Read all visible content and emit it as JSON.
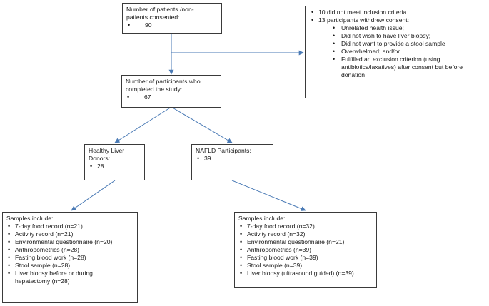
{
  "consented": {
    "heading": "Number of patients /non-\npatients consented:",
    "value": "90"
  },
  "exclusions": {
    "items": [
      "10 did not meet inclusion criteria",
      "13 participants withdrew consent:"
    ],
    "reasons": [
      "Unrelated health issue;",
      "Did not wish to have liver biopsy;",
      "Did not want to provide a stool sample",
      "Overwhelmed; and/or",
      "Fulfilled an exclusion criterion (using antibiotics/laxatives) after consent but before donation"
    ]
  },
  "completed": {
    "heading": "Number of participants who\ncompleted the study:",
    "value": "67"
  },
  "healthy": {
    "heading": "Healthy Liver\nDonors:",
    "value": "28"
  },
  "nafld": {
    "heading": "NAFLD Participants:",
    "value": "39"
  },
  "healthy_samples": {
    "heading": "Samples include:",
    "items": [
      "7-day food record (n=21)",
      "Activity record (n=21)",
      "Environmental questionnaire (n=20)",
      "Anthropometrics (n=28)",
      "Fasting blood work (n=28)",
      "Stool sample (n=28)",
      "Liver biopsy before or during hepatectomy (n=28)"
    ]
  },
  "nafld_samples": {
    "heading": "Samples include:",
    "items": [
      "7-day food record (n=32)",
      "Activity record (n=32)",
      "Environmental questionnaire (n=21)",
      "Anthropometrics (n=39)",
      "Fasting blood work (n=39)",
      "Stool sample (n=39)",
      "Liver biopsy (ultrasound guided) (n=39)"
    ]
  },
  "colors": {
    "arrow": "#4a7ab5",
    "border": "#3a3a3a"
  }
}
